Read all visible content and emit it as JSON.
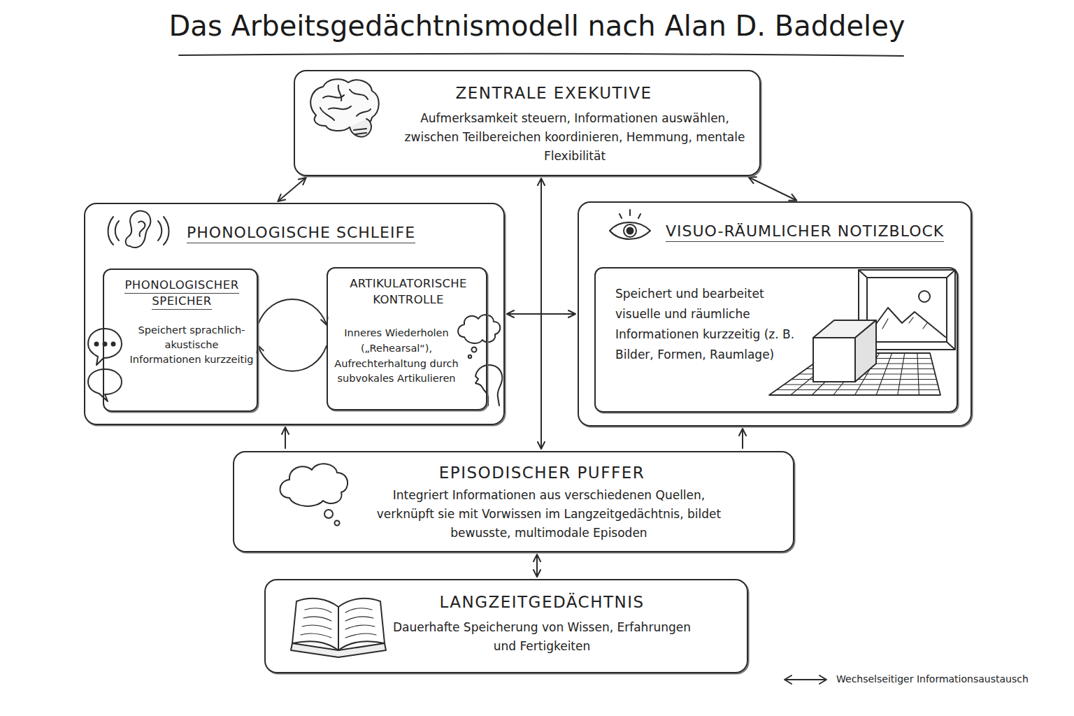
{
  "diagram": {
    "title": "Das Arbeitsgedächtnismodell nach Alan D. Baddeley",
    "nodes": [
      {
        "text": [
          "ZENTRALE EXEKUTIVE",
          "Aufmerksamkeit steuern, Informationen auswählen, zwischen Teilbereichen koordinieren, Hemmung, mentale Flexibilität"
        ]
      },
      {
        "text": [
          "PHONOLOGISCHE SCHLEIFE"
        ]
      },
      {
        "text": [
          "PHONOLOGISCHER SPEICHER",
          "Speichert sprachlich-akustische Informationen kurzzeitig"
        ],
        "in": 1
      },
      {
        "text": [
          "ARTIKULATORISCHE KONTROLLE",
          "Inneres Wiederholen („Rehearsal“), Aufrechterhaltung durch subvokales Artikulieren"
        ],
        "in": 1
      },
      {
        "text": [
          "VISUO-RÄUMLICHER NOTIZBLOCK"
        ]
      },
      {
        "text": [
          "Speichert und bearbeitet visuelle und räumliche Informationen kurzzeitig (z. B. Bilder, Formen, Raumlage)"
        ],
        "in": 4
      },
      {
        "text": [
          "EPISODISCHER PUFFER",
          "Integriert Informationen aus verschiedenen Quellen, verknüpft sie mit Vorwissen im Langzeitgedächtnis, bildet bewusste, multimodale Episoden"
        ]
      },
      {
        "text": [
          "LANGZEITGEDÄCHTNIS",
          "Dauerhafte Speicherung von Wissen, Erfahrungen und Fertigkeiten"
        ]
      }
    ],
    "edges": [
      {
        "from": 0,
        "to": 1,
        "arrow": "both"
      },
      {
        "from": 0,
        "to": 4,
        "arrow": "both"
      },
      {
        "from": 0,
        "to": 6,
        "arrow": "both"
      },
      {
        "from": 2,
        "to": 3,
        "arrow": "to"
      },
      {
        "from": 3,
        "to": 2,
        "arrow": "to"
      },
      {
        "from": 1,
        "to": 4,
        "arrow": "both"
      },
      {
        "from": 6,
        "to": 1,
        "arrow": "to"
      },
      {
        "from": 6,
        "to": 4,
        "arrow": "to"
      },
      {
        "from": 6,
        "to": 7,
        "arrow": "both"
      }
    ],
    "legend": [
      {
        "text": "Wechselseitiger Informationsaustausch"
      }
    ]
  }
}
